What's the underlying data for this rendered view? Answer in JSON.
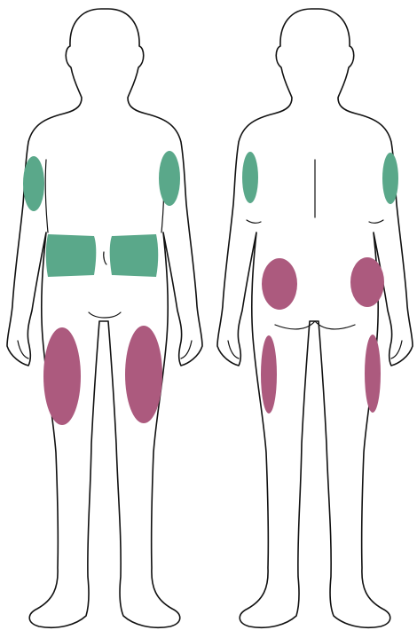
{
  "figure": {
    "colors": {
      "outline": "#111111",
      "background": "#ffffff",
      "green_zone": "#5aa88a",
      "purple_zone": "#ac5a7e"
    },
    "views": [
      {
        "id": "front-view",
        "green_zones": [
          "upper-arm-right",
          "upper-arm-left",
          "abdomen-right",
          "abdomen-left"
        ],
        "purple_zones": [
          "thigh-right",
          "thigh-left"
        ]
      },
      {
        "id": "back-view",
        "green_zones": [
          "upper-arm-left",
          "upper-arm-right"
        ],
        "purple_zones": [
          "buttock-left",
          "buttock-right",
          "thigh-left",
          "thigh-right"
        ]
      }
    ]
  }
}
